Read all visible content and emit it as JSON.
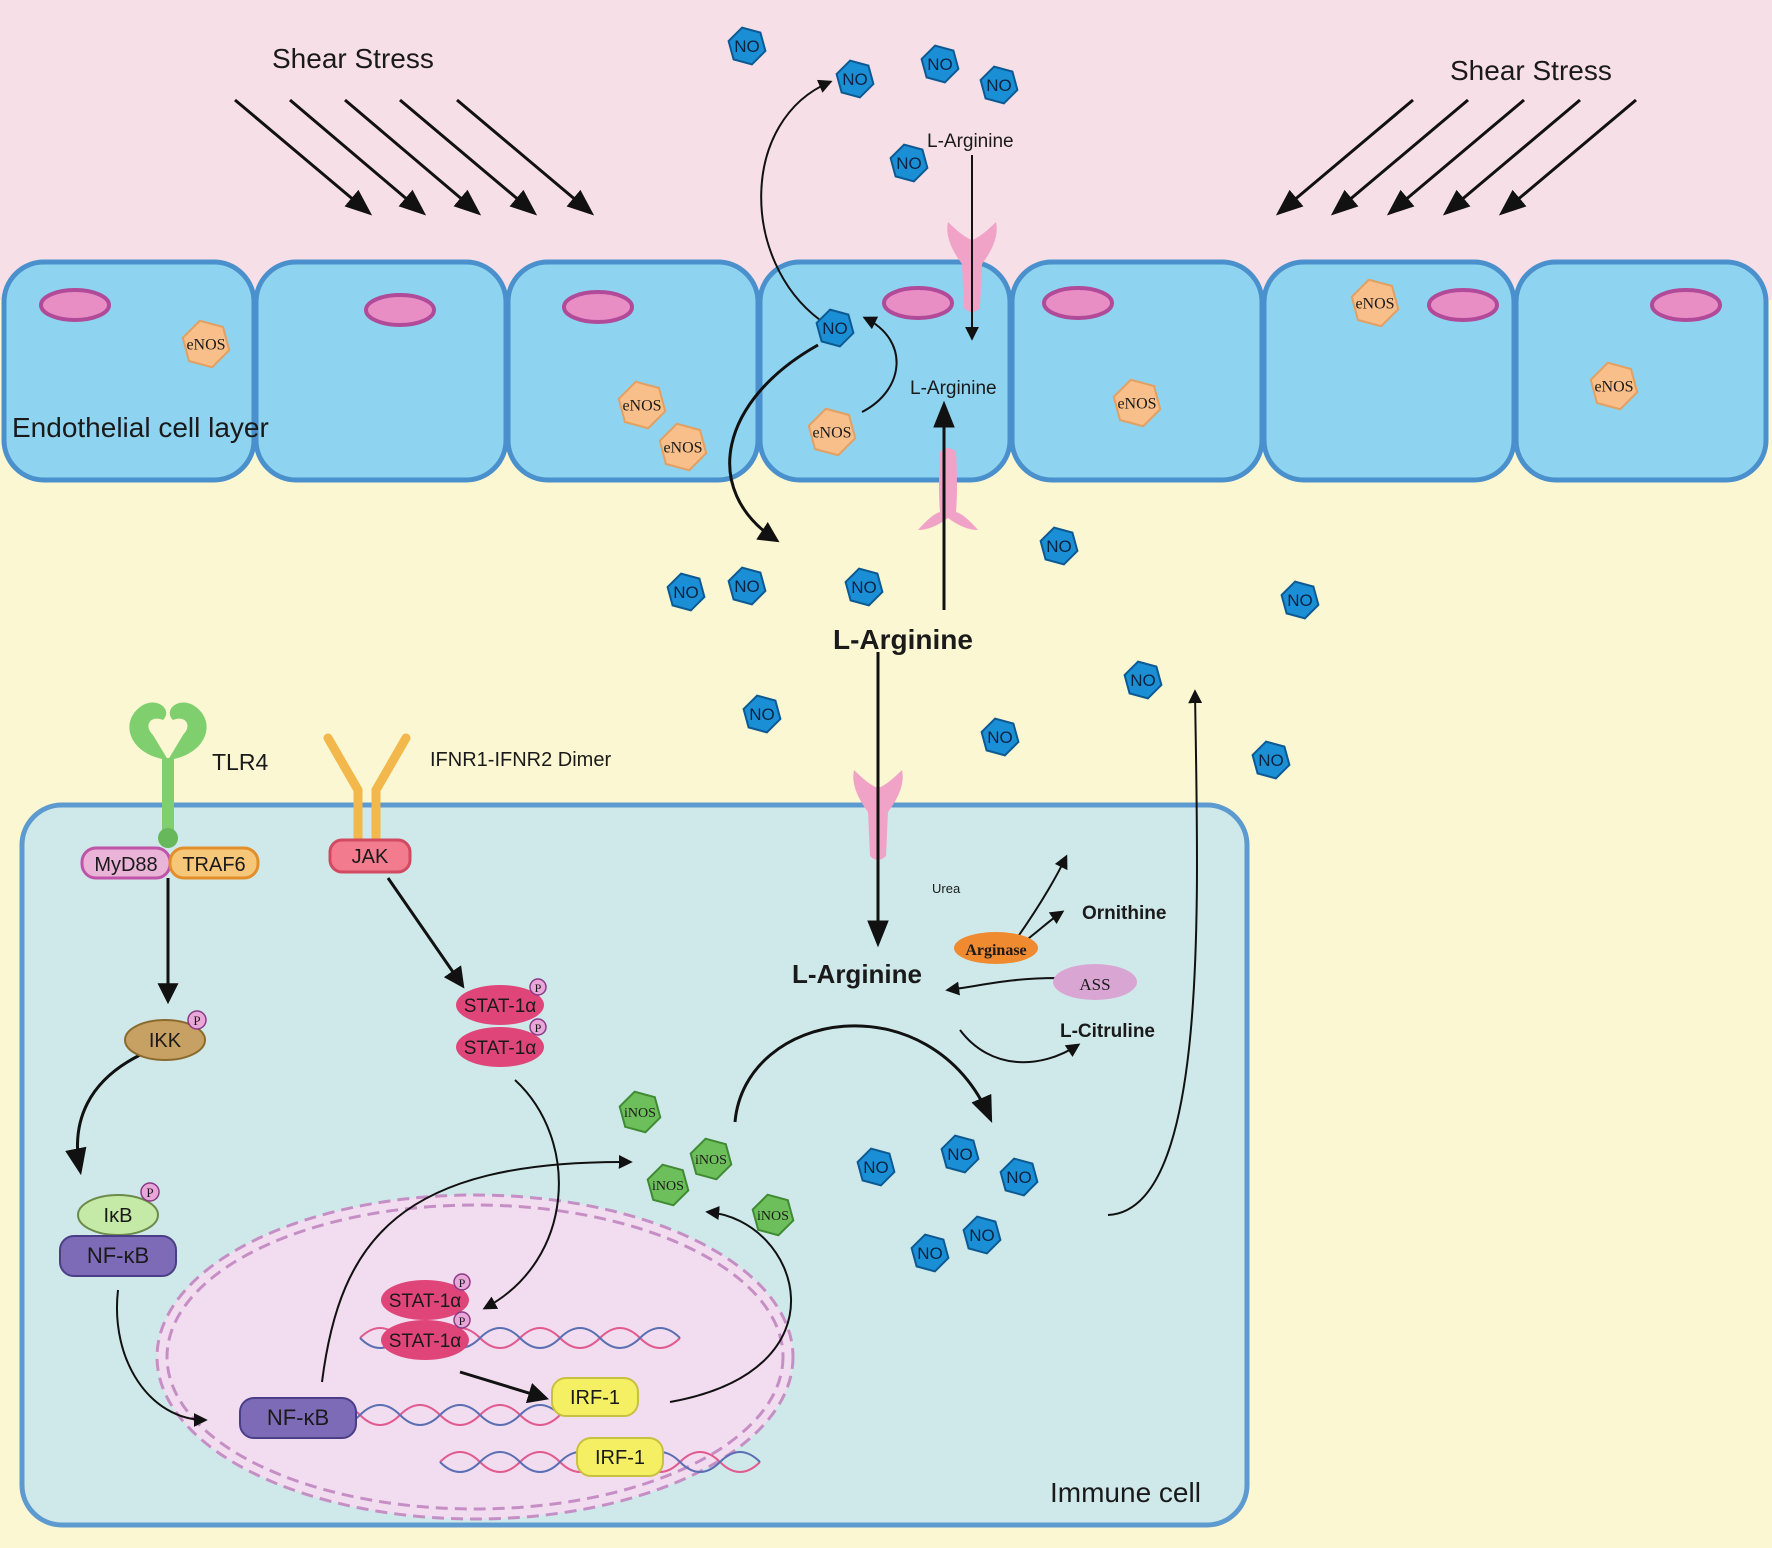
{
  "labels": {
    "shear_left": "Shear Stress",
    "shear_right": "Shear Stress",
    "endothelial": "Endothelial cell layer",
    "immune_cell": "Immune cell",
    "l_arginine_top": "L-Arginine",
    "l_arginine_cell": "L-Arginine",
    "l_arginine_mid": "L-Arginine",
    "l_arginine_immune": "L-Arginine",
    "tlr4": "TLR4",
    "ifnr": "IFNR1-IFNR2 Dimer",
    "myd88": "MyD88",
    "traf6": "TRAF6",
    "jak": "JAK",
    "ikk": "IKK",
    "ikb": "IκB",
    "nfkb": "NF-κB",
    "nfkb_nucleus": "NF-κB",
    "stat": "STAT-1α",
    "irf1": "IRF-1",
    "urea": "Urea",
    "ornithine": "Ornithine",
    "arginase": "Arginase",
    "ass": "ASS",
    "l_citruline": "L-Citruline",
    "p": "P"
  },
  "molecules": {
    "no": "NO",
    "enos": "eNOS",
    "inos": "iNOS"
  },
  "colors": {
    "plasma": "#f7dfe8",
    "interstitium": "#fbf7d2",
    "endothelial_cell": "#8ed3ef",
    "cell_border": "#4a90cc",
    "nucleus_ellipse": "#d27ab4",
    "no_marker": "#1b8fd6",
    "enos": "#f8bf8a",
    "inos": "#6cbf5a",
    "immune_cell": "#cfe9ea",
    "nucleus": "#f2dcef",
    "transporter": "#f0a3c6",
    "stat": "#e0457a",
    "irf1": "#f4ef63",
    "nfkb": "#7d6bb8",
    "arginase": "#f08a30",
    "ass": "#d9a6d3"
  }
}
